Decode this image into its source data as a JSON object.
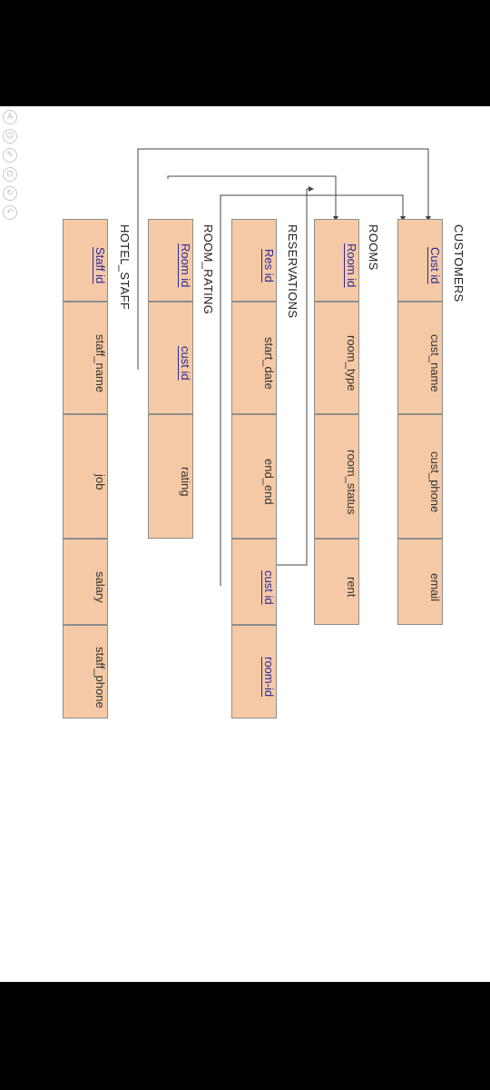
{
  "toolbar": {
    "icons": [
      "text-icon",
      "emoji-icon",
      "pen-icon",
      "crop-icon",
      "rotate-icon",
      "undo-icon"
    ],
    "glyphs": [
      "A",
      "☺",
      "✎",
      "⊡",
      "↻",
      "↶"
    ]
  },
  "tables": {
    "customers": {
      "title": "CUSTOMERS",
      "fields": [
        "Cust id",
        "cust_name",
        "cust_phone",
        "email"
      ]
    },
    "rooms": {
      "title": "ROOMS",
      "fields": [
        "Room id",
        "room_type",
        "room_status",
        "rent"
      ]
    },
    "reservations": {
      "title": "RESERVATIONS",
      "fields": [
        "Res id",
        "start_date",
        "end_end",
        "cust id",
        "room-id"
      ]
    },
    "room_rating": {
      "title": "ROOM_RATING",
      "fields": [
        "Room id",
        "cust id",
        "rating"
      ]
    },
    "hotel_staff": {
      "title": "HOTEL_STAFF",
      "fields": [
        "Staff id",
        "staff_name",
        "job",
        "salary",
        "staff_phone"
      ]
    }
  },
  "colors": {
    "cell_fill": "#f6c9a6",
    "cell_border": "#8d8d8d",
    "connector": "#444444"
  }
}
